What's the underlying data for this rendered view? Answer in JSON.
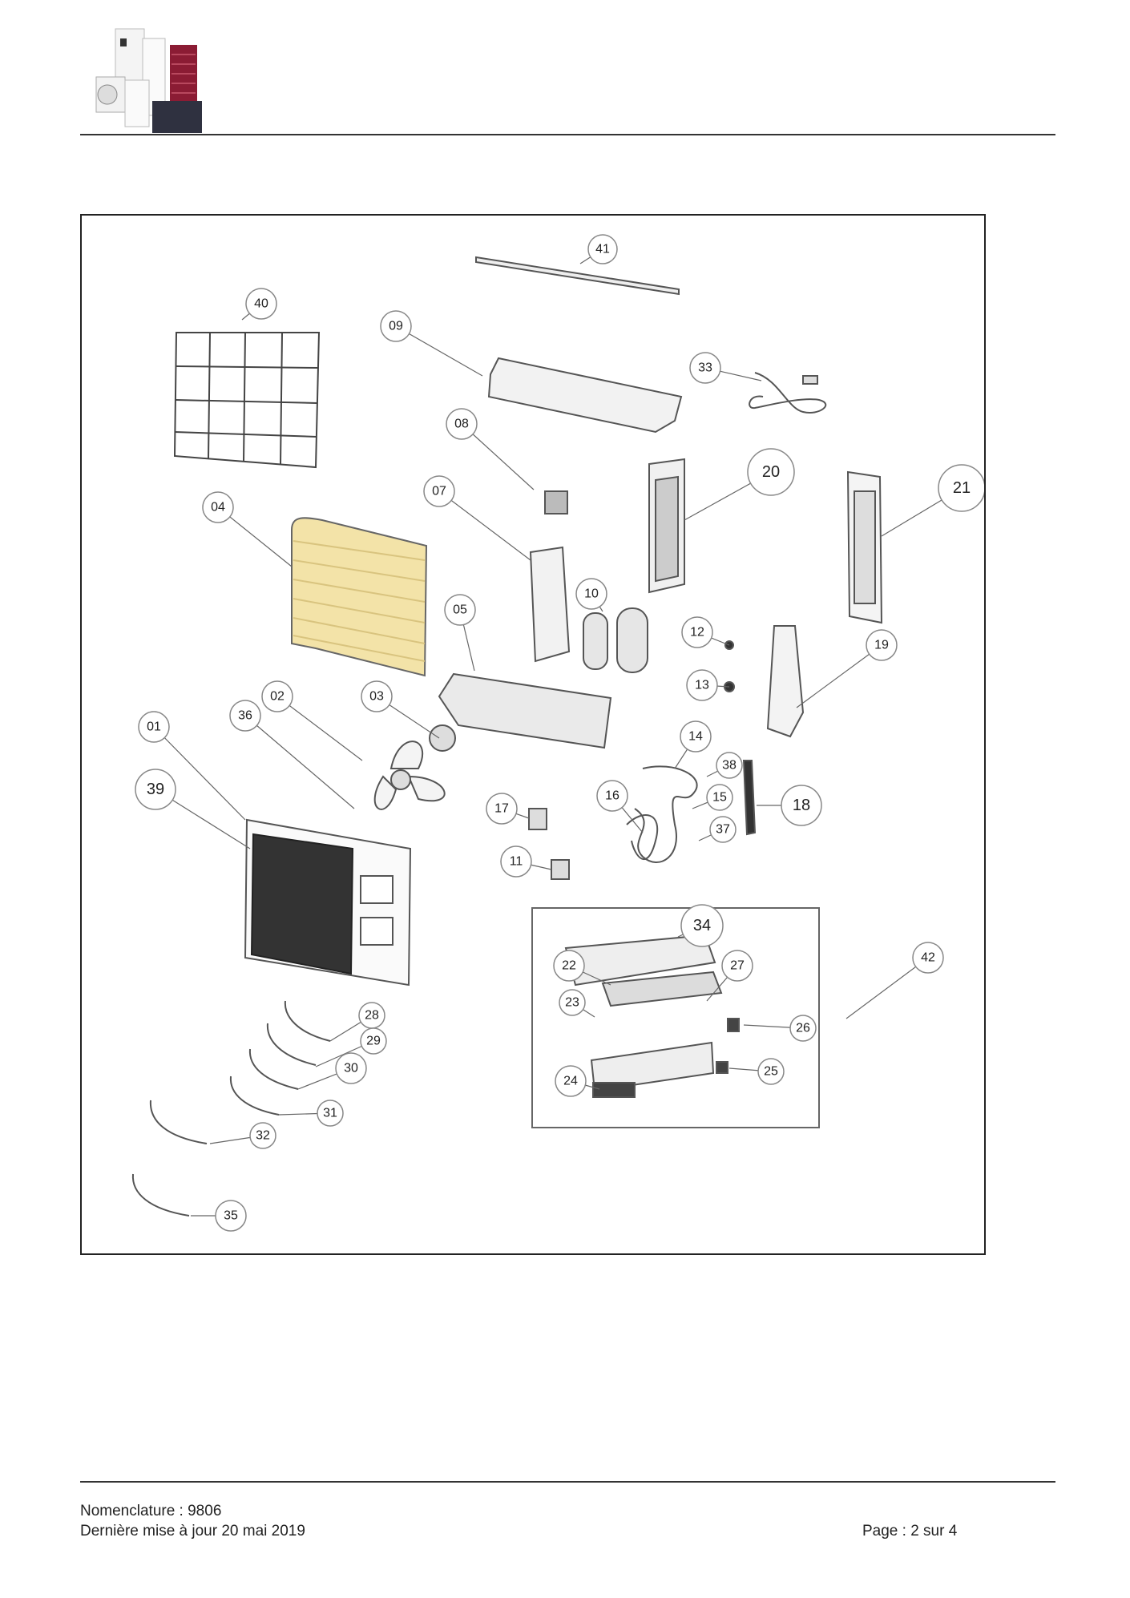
{
  "footer": {
    "nomenclature": "Nomenclature : 9806",
    "updated": "Dernière mise à jour 20 mai 2019",
    "page": "Page : 2 sur 4"
  },
  "diagram": {
    "callouts": [
      "41",
      "40",
      "09",
      "33",
      "08",
      "20",
      "21",
      "07",
      "04",
      "10",
      "05",
      "12",
      "19",
      "13",
      "02",
      "03",
      "01",
      "36",
      "14",
      "38",
      "39",
      "15",
      "16",
      "18",
      "17",
      "37",
      "11",
      "34",
      "42",
      "22",
      "27",
      "23",
      "28",
      "26",
      "29",
      "30",
      "24",
      "25",
      "31",
      "32",
      "35"
    ]
  },
  "colors": {
    "rule": "#333333",
    "coil_fill": "#f3e3a8",
    "logo_accent": "#8b1c34",
    "logo_panel": "#2f3140"
  }
}
